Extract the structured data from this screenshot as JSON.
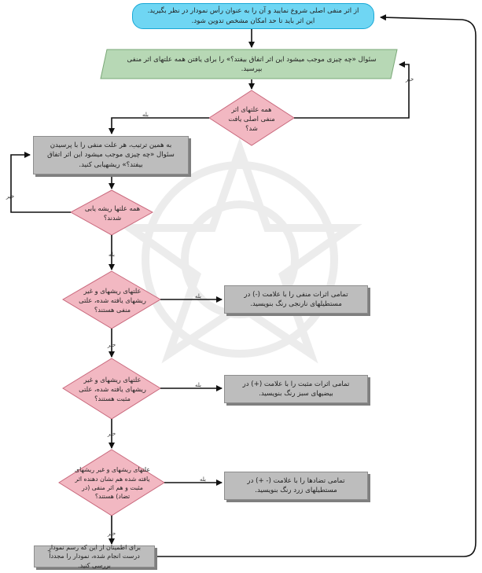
{
  "nodes": {
    "start": "از اثر منفی اصلی شروع نمایید و آن را به عنوان رأس نمودار در نظر بگیرید. این اثر باید تا حد امکان مشخص تدوین شود.",
    "question": "سئوال «چه چیزی موجب میشود این اثر اتفاق بیفتد؟» را برای یافتن همه علتهای اثر منفی بپرسید.",
    "decision1": "همه علتهای اثر منفی اصلی یافت شد؟",
    "process1": "به همین ترتیب، هر علت منفی را با پرسیدن سئوال «چه چیزی موجب میشود این اثر اتفاق بیفتد؟» ریشهیابی کنید.",
    "decision2": "همه علتها ریشه یابی شدند؟",
    "decision3": "علتهای ریشهای و غیر ریشهای یافته شده، علتی منفی هستند؟",
    "result3": "تمامی اثرات منفی را با علامت (-) در مستطیلهای نارنجی رنگ بنویسید.",
    "decision4": "علتهای ریشهای و غیر ریشهای یافته شده، علتی مثبت هستند؟",
    "result4": "تمامی اثرات مثبت را با علامت (+) در بیضیهای سبز رنگ بنویسید.",
    "decision5": "علتهای ریشهای و غیر ریشهای یافته شده هم نشان دهنده اثر مثبت و هم اثر منفی (در تضاد) هستند؟",
    "result5": "تمامی تضادها را با علامت (- +) در مستطیلهای زرد رنگ بنویسید.",
    "end": "برای اطمینان از این که رسم نمودار درست انجام شده، نمودار را مجدداً بررسی کنید."
  },
  "labels": {
    "yes": "بله",
    "no": "خیر"
  },
  "colors": {
    "start_fill": "#6fd6f3",
    "parallelogram_fill": "#b7d8b5",
    "decision_fill": "#f2b8c2",
    "process_fill": "#bdbdbd",
    "arrow": "#111111"
  }
}
